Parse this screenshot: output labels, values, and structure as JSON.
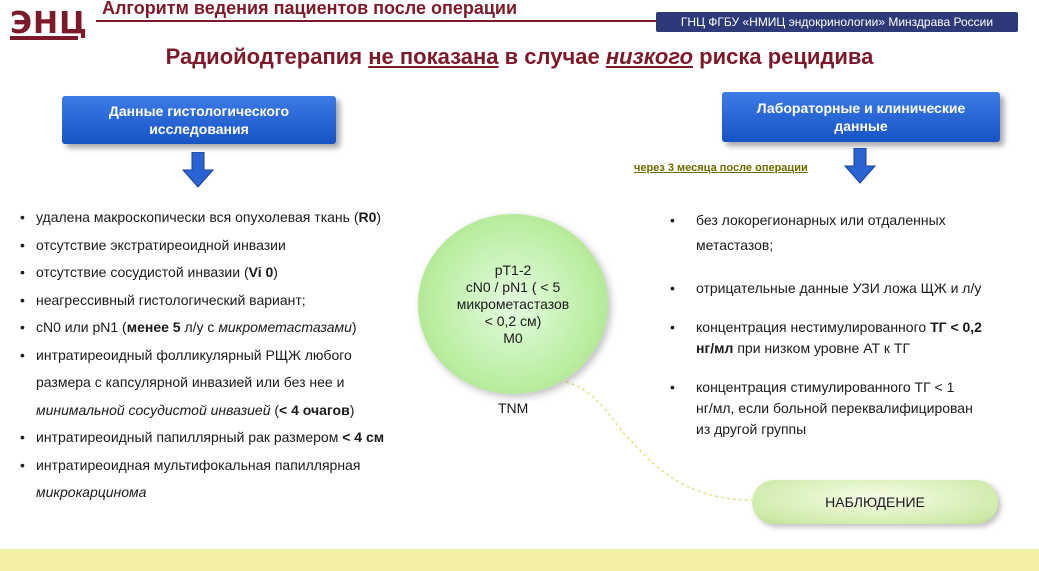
{
  "header": {
    "logo": "ЭНЦ",
    "title": "Алгоритм ведения пациентов после операции",
    "organization": "ГНЦ ФГБУ «НМИЦ эндокринологии» Минздрава России"
  },
  "slide_title": {
    "part1": "Радиойодтерапия",
    "part2": "не показана",
    "part3": "в случае",
    "part4": "низкого",
    "part5": "риска рецидива"
  },
  "left_box": {
    "line1": "Данные гистологического",
    "line2": "исследования"
  },
  "right_box": {
    "line1": "Лабораторные и клинические",
    "line2": "данные"
  },
  "after_note": "через 3 месяца после операции",
  "left_list": {
    "i1": "удалена макроскопически вся опухолевая ткань (",
    "i1b": "R0",
    "i1c": ")",
    "i2": "отсутствие экстратиреоидной инвазии",
    "i3": "отсутствие сосудистой инвазии (",
    "i3b": "Vi 0",
    "i3c": ")",
    "i4": "неагрессивный гистологический вариант;",
    "i5": "cN0 или pN1 (",
    "i5b": "менее 5",
    "i5c": " л/у с ",
    "i5d": "микрометастазами",
    "i5e": ")",
    "i6": "интратиреоидный фолликулярный РЩЖ любого",
    "i6b": "размера с капсулярной инвазией или без нее и",
    "i6c": "минимальной сосудистой инвазией",
    "i6d": " (",
    "i6e": "< 4 очагов",
    "i6f": ")",
    "i7": "интратиреоидный папиллярный рак размером ",
    "i7b": "< 4 см",
    "i8": "интратиреоидная мультифокальная папиллярная",
    "i8b": "микрокарцинома"
  },
  "circle": {
    "l1": "pT1-2",
    "l2": "cN0 / pN1 ( < 5",
    "l3": "микрометастазов",
    "l4": "< 0,2 см)",
    "l5": "M0"
  },
  "tnm": "TNM",
  "right_list": {
    "r1": "без локорегионарных или отдаленных",
    "r1b": "метастазов;",
    "r2": "отрицательные данные УЗИ ложа ЩЖ и л/у",
    "r3": "концентрация нестимулированного ",
    "r3b": "ТГ < 0,2",
    "r3c": "нг/мл",
    "r3d": " при низком уровне АТ к ТГ",
    "r4": "концентрация стимулированного ТГ < 1",
    "r4b": "нг/мл, если больной переквалифицирован",
    "r4c": "из другой группы"
  },
  "observation": "НАБЛЮДЕНИЕ",
  "colors": {
    "accent": "#7d1a2a",
    "badge": "#2e3a78",
    "box": "#1653c4",
    "circle": "#b8ed9e"
  }
}
